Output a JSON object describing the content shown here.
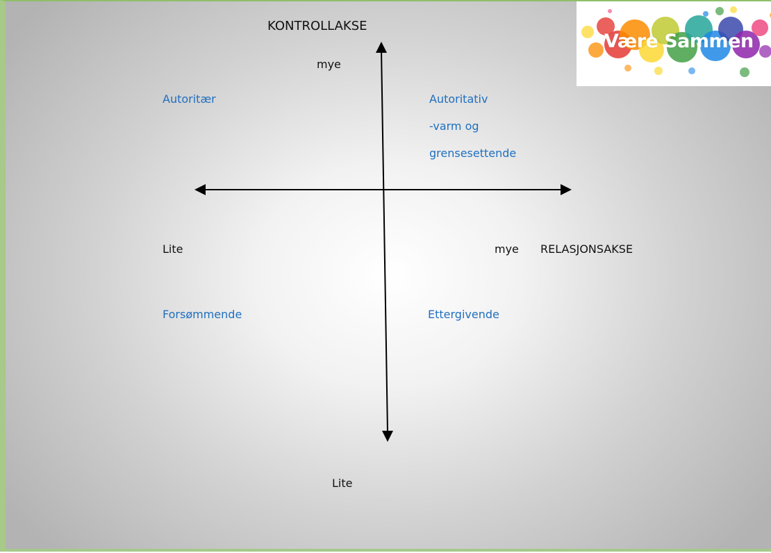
{
  "diagram": {
    "vertical_axis_title": "KONTROLLAKSE",
    "vertical_top_label": "mye",
    "vertical_bottom_label": "Lite",
    "horizontal_axis_title": "RELASJONSAKSE",
    "horizontal_left_label": "Lite",
    "horizontal_right_label": "mye",
    "quadrants": {
      "top_left": "Autoritær",
      "top_right_lines": [
        "Autoritativ",
        "-varm og",
        "grensesettende"
      ],
      "bottom_left": "Forsømmende",
      "bottom_right": "Ettergivende"
    }
  },
  "logo": {
    "text": "Være Sammen",
    "colors": [
      "#e53935",
      "#fb8c00",
      "#fdd835",
      "#43a047",
      "#1e88e5",
      "#8e24aa"
    ]
  },
  "colors": {
    "axis": "#000000",
    "quadrant_text": "#1f6fbf",
    "axis_text": "#111111"
  }
}
